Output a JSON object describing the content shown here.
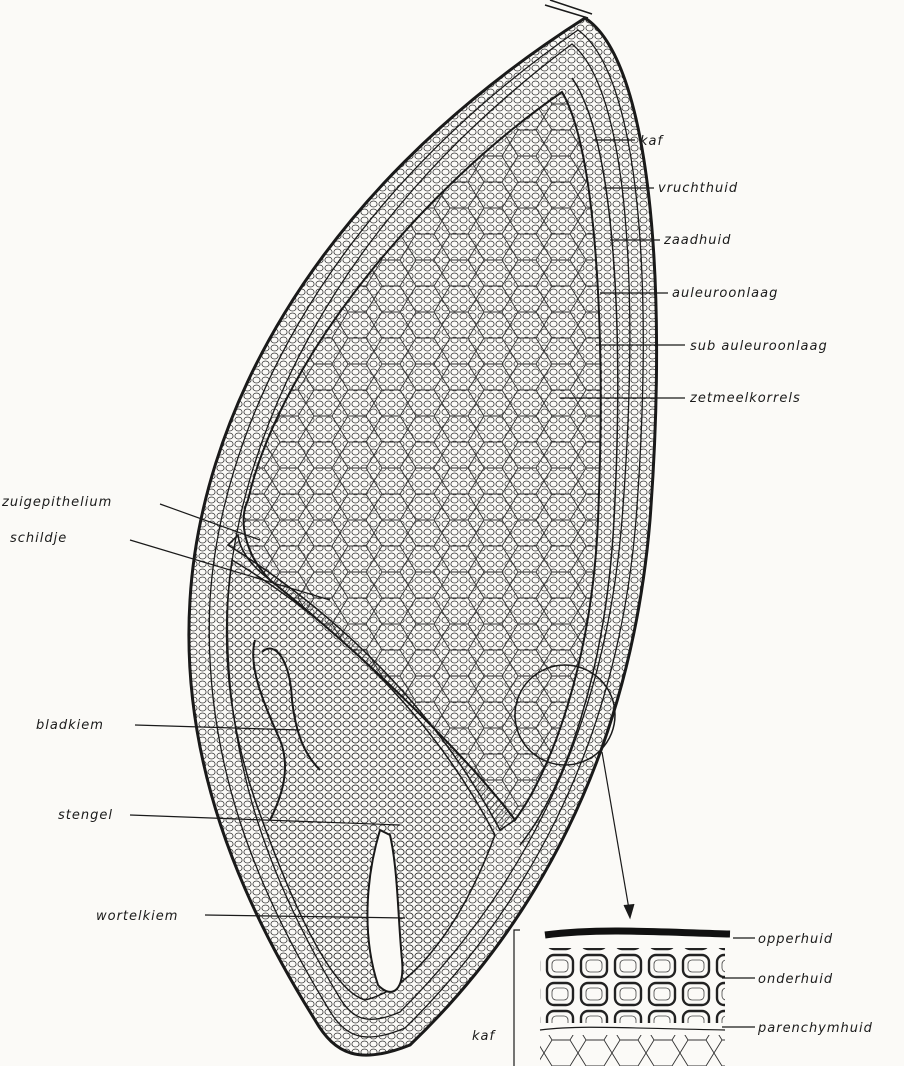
{
  "labels": {
    "kaf": "kaf",
    "vruchthuid": "vruchthuid",
    "zaadhuid": "zaadhuid",
    "auleuroonlaag": "auleuroonlaag",
    "sub_auleuroonlaag": "sub auleuroonlaag",
    "zetmeelkorrels": "zetmeelkorrels",
    "zuigepithelium": "zuigepithelium",
    "schildje": "schildje",
    "bladkiem": "bladkiem",
    "stengel": "stengel",
    "wortelkiem": "wortelkiem"
  },
  "detail": {
    "opperhuid": "opperhuid",
    "onderhuid": "onderhuid",
    "parenchymhuid": "parenchymhuid",
    "kaf": "kaf"
  },
  "colors": {
    "ink": "#1a1a1a",
    "paper": "#fbfaf7"
  }
}
